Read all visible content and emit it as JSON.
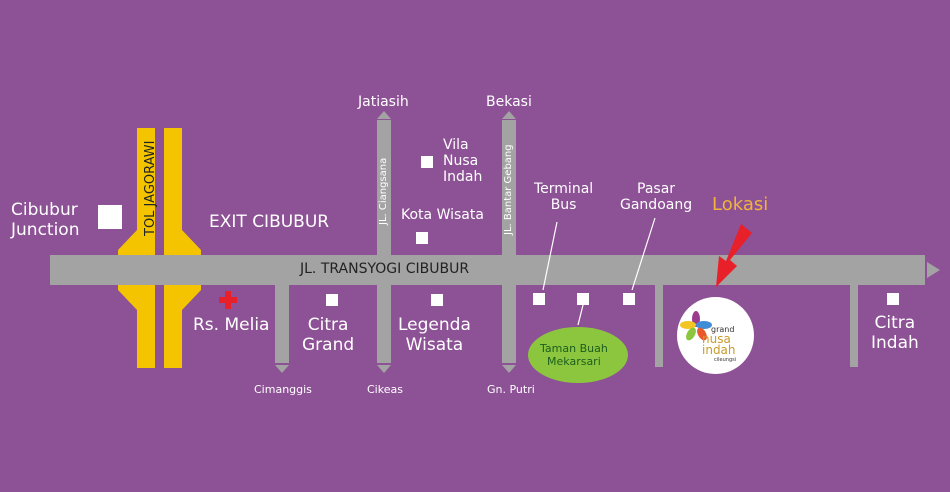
{
  "colors": {
    "background": "#8d5195",
    "road": "#a3a3a3",
    "toll": "#f5c400",
    "arrow": "#e8202a",
    "lokasi": "#f2b33d",
    "park": "#8cc63f"
  },
  "roads": {
    "main": "JL. TRANSYOGI CIBUBUR",
    "toll": "TOL JAGORAWI",
    "ciangsana": "JL. Ciangsana",
    "bantar_gebang": "JL. Bantar Gebang",
    "exit": "EXIT CIBUBUR"
  },
  "directions": {
    "jatiasih": "Jatiasih",
    "bekasi": "Bekasi",
    "cimanggis": "Cimanggis",
    "cikeas": "Cikeas",
    "gn_putri": "Gn. Putri"
  },
  "places": {
    "cibubur_junction": [
      "Cibubur",
      "Junction"
    ],
    "rs_melia": "Rs. Melia",
    "citra_grand": [
      "Citra",
      "Grand"
    ],
    "legenda_wisata": [
      "Legenda",
      "Wisata"
    ],
    "vila_nusa_indah": [
      "Vila",
      "Nusa",
      "Indah"
    ],
    "kota_wisata": "Kota Wisata",
    "terminal_bus": [
      "Terminal",
      "Bus"
    ],
    "pasar_gandoang": [
      "Pasar",
      "Gandoang"
    ],
    "taman_buah": [
      "Taman Buah",
      "Mekarsari"
    ],
    "citra_indah": [
      "Citra",
      "Indah"
    ]
  },
  "lokasi": "Lokasi",
  "logo": {
    "line1": "grand",
    "line2": "nusa",
    "line3": "indah",
    "line4": "cileungsi"
  }
}
